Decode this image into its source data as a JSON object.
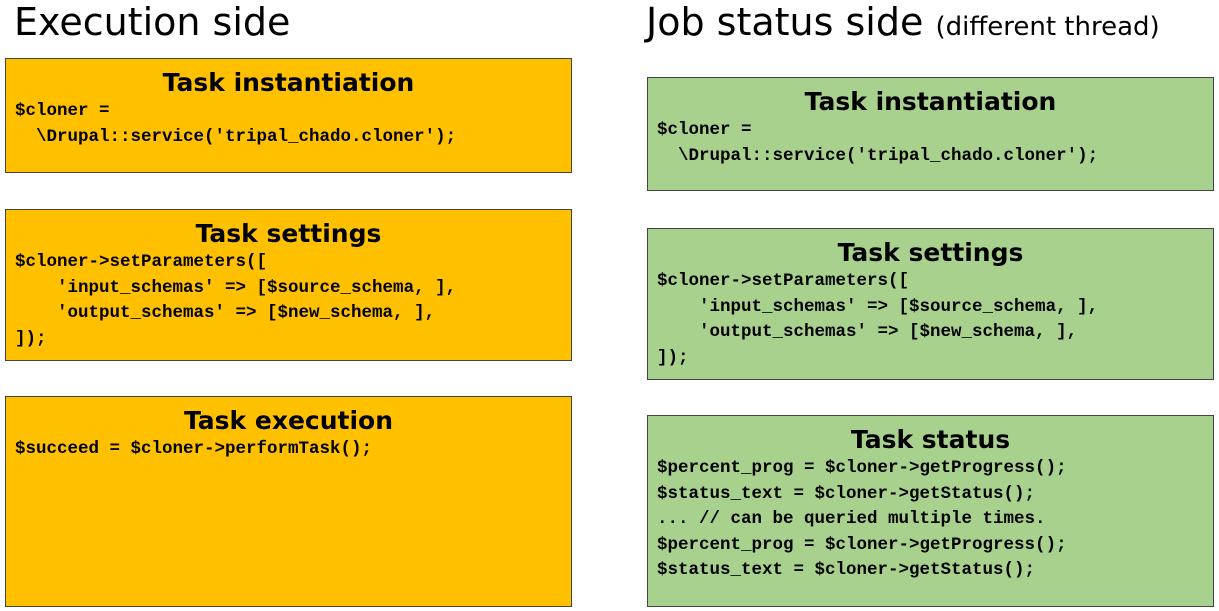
{
  "execution_side": {
    "heading": "Execution side",
    "boxes": [
      {
        "title": "Task instantiation",
        "code": "$cloner =\n  \\Drupal::service('tripal_chado.cloner');"
      },
      {
        "title": "Task settings",
        "code": "$cloner->setParameters([\n    'input_schemas' => [$source_schema, ],\n    'output_schemas' => [$new_schema, ],\n]);"
      },
      {
        "title": "Task execution",
        "code": "$succeed = $cloner->performTask();"
      }
    ],
    "color": "#ffc000"
  },
  "job_status_side": {
    "heading": "Job status side",
    "subheading": "(different thread)",
    "boxes": [
      {
        "title": "Task instantiation",
        "code": "$cloner =\n  \\Drupal::service('tripal_chado.cloner');"
      },
      {
        "title": "Task settings",
        "code": "$cloner->setParameters([\n    'input_schemas' => [$source_schema, ],\n    'output_schemas' => [$new_schema, ],\n]);"
      },
      {
        "title": "Task status",
        "code": "$percent_prog = $cloner->getProgress();\n$status_text = $cloner->getStatus();\n... // can be queried multiple times.\n$percent_prog = $cloner->getProgress();\n$status_text = $cloner->getStatus();"
      }
    ],
    "color": "#a9d18e"
  }
}
